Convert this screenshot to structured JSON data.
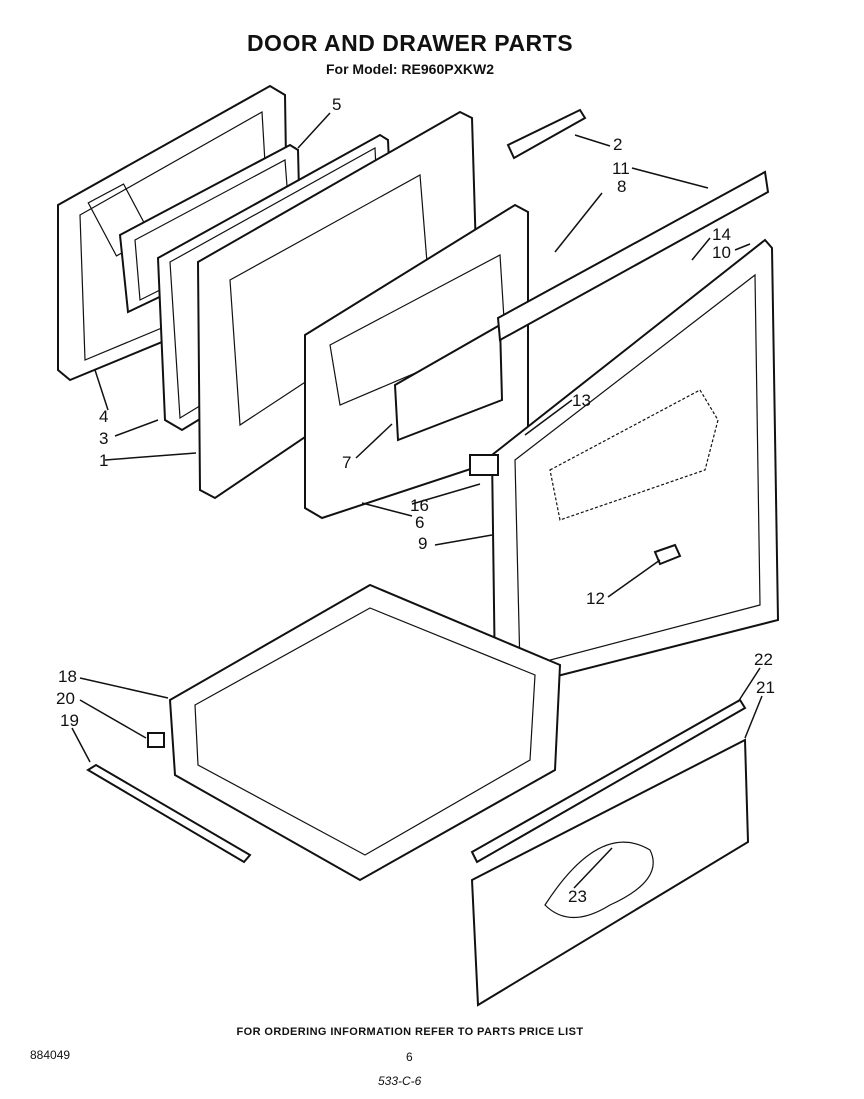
{
  "header": {
    "title": "DOOR AND DRAWER PARTS",
    "model": "For Model: RE960PXKW2"
  },
  "footer": {
    "ordering_note": "FOR ORDERING INFORMATION REFER TO PARTS PRICE LIST",
    "doc_number": "884049",
    "page_number": "6",
    "handwritten_note": "533-C-6"
  },
  "callouts": [
    "5",
    "2",
    "11",
    "8",
    "14",
    "10",
    "4",
    "3",
    "1",
    "13",
    "7",
    "16",
    "6",
    "9",
    "12",
    "18",
    "20",
    "19",
    "22",
    "21",
    "23"
  ]
}
